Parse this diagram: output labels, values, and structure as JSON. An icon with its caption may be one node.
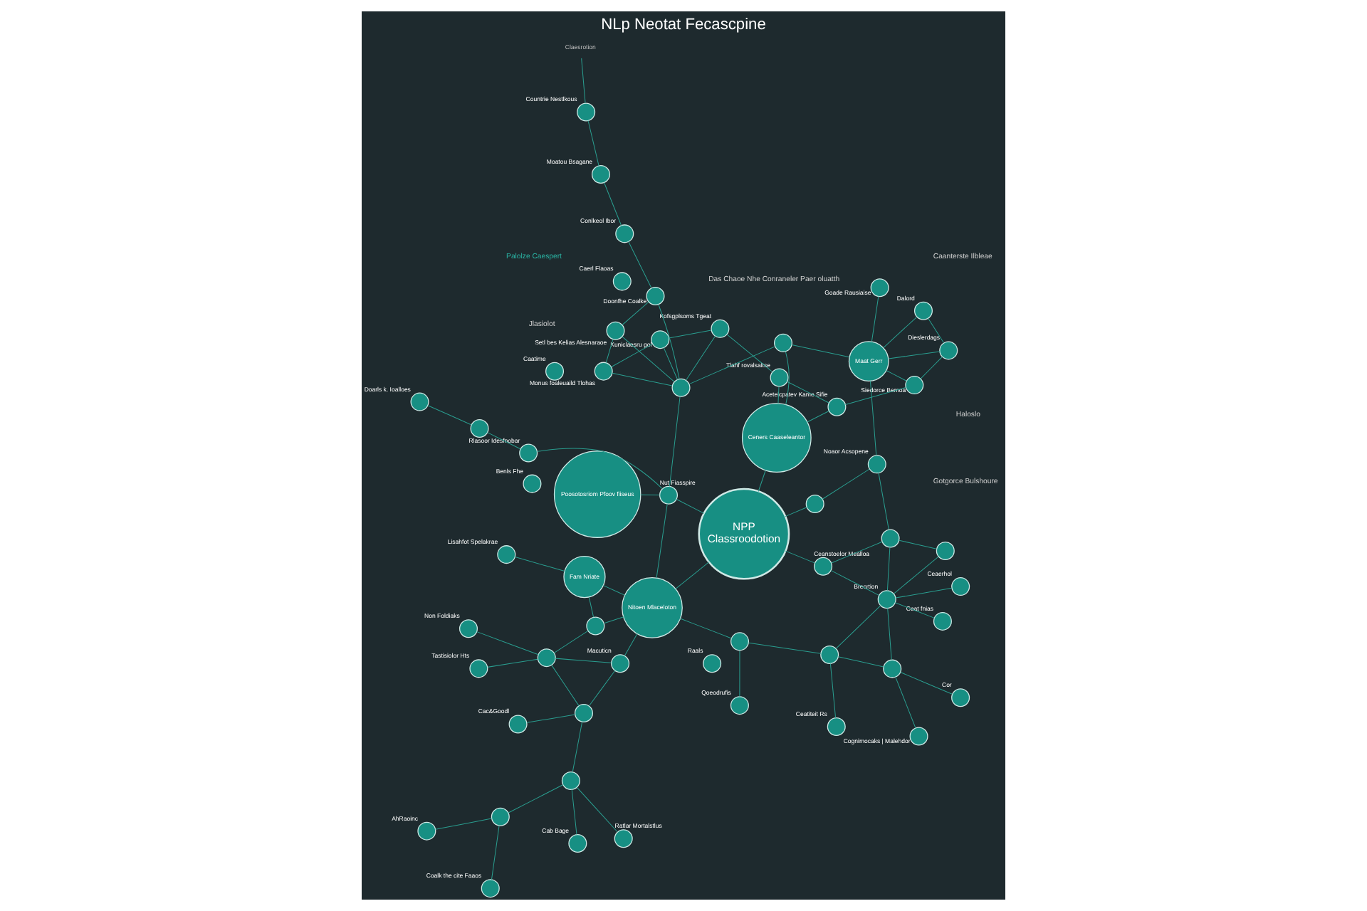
{
  "diagram": {
    "title": "NLp Neotat Fecascpine",
    "nodes": [
      {
        "text": [
          "NPP",
          "Classroodotion"
        ]
      },
      {
        "text": [],
        "shape": "circle",
        "beside": [
          "Caatime"
        ]
      },
      {
        "text": [],
        "shape": "circle",
        "beside": [
          "Cor"
        ]
      },
      {
        "text": [],
        "shape": "circle",
        "beside": [
          "Cognimocaks | Malehdor"
        ]
      },
      {
        "text": [],
        "shape": "circle",
        "beside": [
          "Ceatiteit Rs"
        ]
      },
      {
        "text": [],
        "shape": "circle",
        "beside": [
          "Qoeodrufis"
        ]
      },
      {
        "text": [],
        "shape": "circle",
        "beside": [
          "Caerl Flaoas"
        ]
      },
      {
        "text": [],
        "shape": "circle",
        "beside": [
          "Lisahfot Spelakrae"
        ]
      },
      {
        "text": [],
        "shape": "circle",
        "beside": [
          "Benls Fhe"
        ]
      },
      {
        "text": [],
        "shape": "circle",
        "beside": [
          "Raals"
        ]
      },
      {
        "text": [],
        "shape": "circle",
        "beside": [
          "Non Foldiaks"
        ]
      },
      {
        "text": [],
        "shape": "circle",
        "beside": [
          "Tastisiolor Hts"
        ]
      },
      {
        "text": [],
        "shape": "circle",
        "beside": [
          "Cac&Goodl"
        ]
      },
      {
        "text": [],
        "shape": "circle",
        "beside": [
          "Cab Bage"
        ]
      },
      {
        "text": [],
        "shape": "circle",
        "beside": [
          "Coalk the cite Faaos"
        ]
      },
      {
        "text": [],
        "shape": "circle",
        "beside": [
          "Dalord"
        ]
      },
      {
        "text": [],
        "shape": "circle",
        "beside": [
          "Dieslerdags"
        ]
      },
      {
        "text": [],
        "shape": "circle",
        "beside": [
          "Siedorce Bemoa"
        ]
      },
      {
        "text": [],
        "shape": "circle",
        "beside": [
          "Acetelcpatev Kame Sifie"
        ]
      },
      {
        "text": [],
        "shape": "circle",
        "beside": [
          "Tlahf rovalsaltse"
        ]
      },
      {
        "text": [],
        "shape": "circle",
        "beside": [
          "Kofsgplsoms Tgeat"
        ]
      },
      {
        "text": [],
        "shape": "circle",
        "beside": [
          "Kuniclaesru gol"
        ]
      },
      {
        "text": [],
        "shape": "circle",
        "beside": [
          "Monus foaleuaild Tlohas"
        ]
      },
      {
        "text": [],
        "shape": "circle",
        "beside": [
          "Setl bes Kelias Alesnaraoe"
        ]
      },
      {
        "text": [],
        "shape": "circle",
        "beside": [
          "Doonfhe Coalke"
        ]
      },
      {
        "text": [],
        "shape": "circle",
        "beside": [
          "Conlkeol Ibor"
        ]
      },
      {
        "text": [],
        "shape": "circle",
        "beside": [
          "Moatou Bsagane"
        ]
      },
      {
        "text": [],
        "shape": "circle",
        "beside": [
          "Countrie Nestlkous"
        ]
      },
      {
        "text": [],
        "shape": "circle",
        "beside": [
          "Ceat fnias"
        ]
      },
      {
        "text": [],
        "shape": "circle",
        "beside": [
          "Ceaerhol"
        ]
      },
      {
        "text": [],
        "shape": "circle"
      },
      {
        "text": [],
        "shape": "circle"
      },
      {
        "text": [],
        "shape": "circle",
        "beside": [
          "Brecrtion"
        ]
      },
      {
        "text": [],
        "shape": "circle"
      },
      {
        "text": [],
        "shape": "circle"
      },
      {
        "text": [],
        "shape": "circle"
      },
      {
        "text": [],
        "shape": "circle",
        "beside": [
          "Ceanstoelor Mealloa"
        ]
      },
      {
        "text": [],
        "shape": "circle",
        "beside": [
          "Goade Rausiaise"
        ]
      },
      {
        "text": [],
        "shape": "circle",
        "beside": [
          "Noaor Acsopene"
        ]
      },
      {
        "text": [
          "Maat Gerr"
        ]
      },
      {
        "text": [],
        "shape": "circle"
      },
      {
        "text": [],
        "shape": "circle"
      },
      {
        "text": [
          "Fam Nriate"
        ]
      },
      {
        "text": [
          "Nitoen Mlaceloton"
        ]
      },
      {
        "text": [
          "Ceners Caaseleantor"
        ]
      },
      {
        "text": [],
        "shape": "circle"
      },
      {
        "text": [],
        "shape": "circle"
      },
      {
        "text": [],
        "shape": "circle",
        "beside": [
          "Macuticn"
        ]
      },
      {
        "text": [],
        "shape": "circle",
        "beside": [
          "Nut Fiasspire"
        ]
      },
      {
        "text": [
          "Poosotosriom Pfoov fiiseus"
        ]
      },
      {
        "text": [],
        "shape": "circle"
      },
      {
        "text": [],
        "shape": "circle"
      },
      {
        "text": [],
        "shape": "circle",
        "beside": [
          "Ratlar Mortalstlus"
        ]
      },
      {
        "text": [],
        "shape": "circle"
      },
      {
        "text": [],
        "shape": "circle",
        "beside": [
          "AhRaoinc"
        ]
      },
      {
        "text": [],
        "shape": "circle"
      },
      {
        "text": [],
        "shape": "circle",
        "beside": [
          "Rlasoor Idesfnobar"
        ]
      },
      {
        "text": [],
        "shape": "circle"
      },
      {
        "text": [],
        "shape": "circle",
        "beside": [
          "Doarls k. Ioalloes"
        ]
      },
      {
        "text": [
          "Claesrotion"
        ]
      }
    ],
    "edges": [
      {
        "from": 2,
        "to": 31,
        "arrow": "none"
      },
      {
        "from": 3,
        "to": 31,
        "arrow": "none"
      },
      {
        "from": 4,
        "to": 34,
        "arrow": "none"
      },
      {
        "from": 5,
        "to": 35,
        "arrow": "none"
      },
      {
        "from": 7,
        "to": 42,
        "arrow": "none"
      },
      {
        "from": 10,
        "to": 46,
        "arrow": "none"
      },
      {
        "from": 11,
        "to": 46,
        "arrow": "none"
      },
      {
        "from": 12,
        "to": 50,
        "arrow": "none"
      },
      {
        "from": 13,
        "to": 51,
        "arrow": "none"
      },
      {
        "from": 14,
        "to": 53,
        "arrow": "none"
      },
      {
        "from": 28,
        "to": 32,
        "arrow": "none"
      },
      {
        "from": 29,
        "to": 32,
        "arrow": "none"
      },
      {
        "from": 31,
        "to": 32,
        "arrow": "none"
      },
      {
        "from": 31,
        "to": 34,
        "arrow": "none"
      },
      {
        "from": 34,
        "to": 32,
        "arrow": "none"
      },
      {
        "from": 34,
        "to": 35,
        "arrow": "none"
      },
      {
        "from": 32,
        "to": 30,
        "arrow": "none"
      },
      {
        "from": 32,
        "to": 33,
        "arrow": "none"
      },
      {
        "from": 30,
        "to": 33,
        "arrow": "none"
      },
      {
        "from": 32,
        "to": 36,
        "arrow": "none"
      },
      {
        "from": 33,
        "to": 38,
        "arrow": "none"
      },
      {
        "from": 33,
        "to": 36,
        "arrow": "none"
      },
      {
        "from": 36,
        "to": 0,
        "arrow": "none"
      },
      {
        "from": 38,
        "to": 39,
        "arrow": "none"
      },
      {
        "from": 37,
        "to": 39,
        "arrow": "none"
      },
      {
        "from": 38,
        "to": 40,
        "arrow": "none"
      },
      {
        "from": 40,
        "to": 0,
        "arrow": "none"
      },
      {
        "from": 39,
        "to": 41,
        "arrow": "none"
      },
      {
        "from": 39,
        "to": 15,
        "arrow": "none"
      },
      {
        "from": 39,
        "to": 16,
        "arrow": "none"
      },
      {
        "from": 39,
        "to": 17,
        "arrow": "none"
      },
      {
        "from": 35,
        "to": 43,
        "arrow": "none"
      },
      {
        "from": 42,
        "to": 43,
        "arrow": "none"
      },
      {
        "from": 42,
        "to": 45,
        "arrow": "none"
      },
      {
        "from": 43,
        "to": 0,
        "arrow": "none"
      },
      {
        "from": 43,
        "to": 45,
        "arrow": "none"
      },
      {
        "from": 43,
        "to": 47,
        "arrow": "none"
      },
      {
        "from": 43,
        "to": 48,
        "arrow": "none"
      },
      {
        "from": 0,
        "to": 44,
        "arrow": "none"
      },
      {
        "from": 0,
        "to": 48,
        "arrow": "none"
      },
      {
        "from": 41,
        "to": 44,
        "arrow": "none"
      },
      {
        "from": 44,
        "to": 18,
        "arrow": "none"
      },
      {
        "from": 44,
        "to": 19,
        "arrow": "none"
      },
      {
        "from": 48,
        "to": 55,
        "arrow": "none"
      },
      {
        "from": 48,
        "to": 56,
        "arrow": "none"
      },
      {
        "from": 48,
        "to": 49,
        "arrow": "none"
      },
      {
        "from": 47,
        "to": 46,
        "arrow": "none"
      },
      {
        "from": 47,
        "to": 50,
        "arrow": "none"
      },
      {
        "from": 45,
        "to": 46,
        "arrow": "none"
      },
      {
        "from": 46,
        "to": 50,
        "arrow": "none"
      },
      {
        "from": 50,
        "to": 51,
        "arrow": "none"
      },
      {
        "from": 51,
        "to": 52,
        "arrow": "none"
      },
      {
        "from": 51,
        "to": 53,
        "arrow": "none"
      },
      {
        "from": 53,
        "to": 54,
        "arrow": "none"
      },
      {
        "from": 56,
        "to": 57,
        "arrow": "none"
      },
      {
        "from": 57,
        "to": 58,
        "arrow": "none"
      },
      {
        "from": 41,
        "to": 55,
        "arrow": "none"
      },
      {
        "from": 55,
        "to": 20,
        "arrow": "none"
      },
      {
        "from": 55,
        "to": 21,
        "arrow": "none"
      },
      {
        "from": 55,
        "to": 22,
        "arrow": "none"
      },
      {
        "from": 55,
        "to": 23,
        "arrow": "none"
      },
      {
        "from": 55,
        "to": 24,
        "arrow": "none"
      },
      {
        "from": 15,
        "to": 16,
        "arrow": "none"
      },
      {
        "from": 16,
        "to": 17,
        "arrow": "none"
      },
      {
        "from": 17,
        "to": 18,
        "arrow": "none"
      },
      {
        "from": 18,
        "to": 19,
        "arrow": "none"
      },
      {
        "from": 19,
        "to": 20,
        "arrow": "none"
      },
      {
        "from": 20,
        "to": 21,
        "arrow": "none"
      },
      {
        "from": 21,
        "to": 22,
        "arrow": "none"
      },
      {
        "from": 22,
        "to": 23,
        "arrow": "none"
      },
      {
        "from": 23,
        "to": 24,
        "arrow": "none"
      },
      {
        "from": 24,
        "to": 25,
        "arrow": "none"
      },
      {
        "from": 25,
        "to": 26,
        "arrow": "none"
      },
      {
        "from": 26,
        "to": 27,
        "arrow": "none"
      },
      {
        "from": 59,
        "to": 27,
        "arrow": "none"
      }
    ],
    "labels": [
      "Palolze Caespert",
      "Gotgorce Bulshoure",
      "Caanterste Ilbleae",
      "Das Chaoe Nhe Conraneler Paer oluatth",
      "Jlasiolot",
      "Haloslo"
    ]
  }
}
